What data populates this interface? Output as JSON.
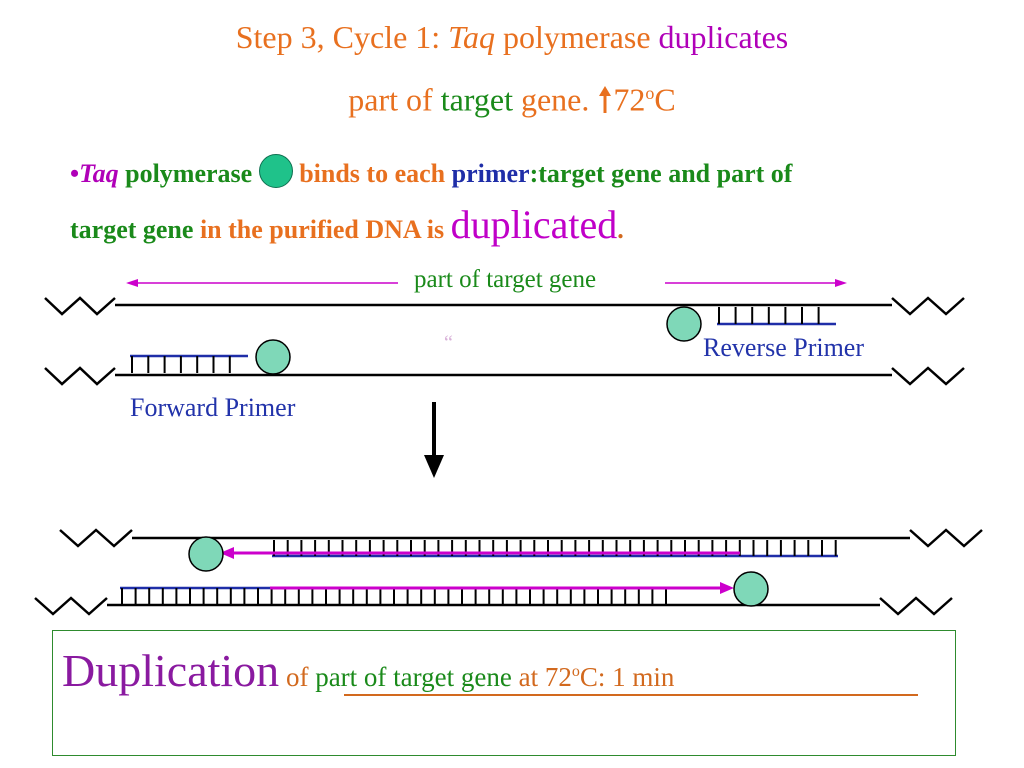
{
  "title": {
    "line1_a": "Step 3, Cycle 1: ",
    "line1_taq": "Taq",
    "line1_b": " polymerase ",
    "line1_c": "duplicates",
    "line2_a": "part of ",
    "line2_b": "target",
    "line2_c": " gene.",
    "line2_temp": "72",
    "line2_sup": "o",
    "line2_unit": "C"
  },
  "bullet": {
    "mark": "•",
    "taq": "Taq",
    "polymerase": " polymerase ",
    "binds": " binds to each ",
    "primer": "primer",
    "target_gene_and": ":target gene and part of",
    "target_gene": "target gene",
    "in_purified": " in the purified DNA is ",
    "duplicated": "duplicated",
    "period": "."
  },
  "diagram": {
    "span_label": "part of target gene",
    "forward_primer": "Forward Primer",
    "reverse_primer": "Reverse Primer",
    "stray_mark": "“"
  },
  "box": {
    "duplication": "Duplication",
    "of": " of ",
    "part_of_target_gene": "part of target gene",
    "at": " at 72",
    "sup": "o",
    "c_time": "C: 1 min"
  },
  "colors": {
    "polymerase_fill": "#7FD8B8",
    "primer_blue": "#1F2EA8",
    "arrow_magenta": "#CC00CC",
    "box_border": "#2E8B2E"
  }
}
